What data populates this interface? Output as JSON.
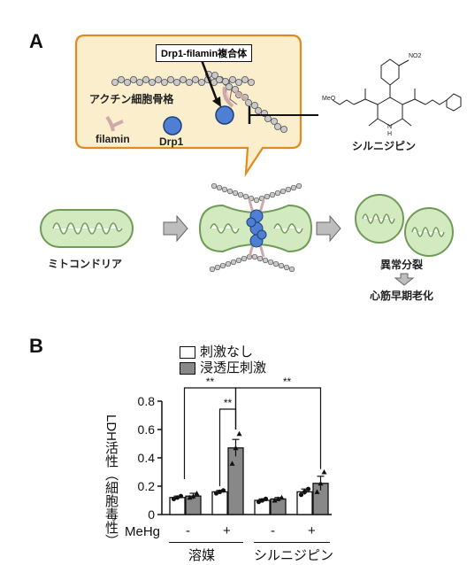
{
  "panel_a": {
    "letter": "A",
    "complex_label": "Drp1-filamin複合体",
    "actin_label": "アクチン細胞骨格",
    "filamin_label": "filamin",
    "drp1_label": "Drp1",
    "drug_label": "シルニジピン",
    "drug_structure_labels": {
      "nitro": "NO2",
      "methoxy": "MeO",
      "nh": "N",
      "h": "H"
    },
    "mito_label": "ミトコンドリア",
    "fission_label": "異常分裂",
    "aging_label": "心筋早期老化"
  },
  "panel_b": {
    "letter": "B",
    "legend": [
      {
        "label": "刺激なし",
        "color": "#ffffff"
      },
      {
        "label": "浸透圧刺激",
        "color": "#888888"
      }
    ],
    "sig": [
      "**",
      "**",
      "**"
    ],
    "meh_label": "MeHg",
    "meh_values": [
      "-",
      "+",
      "-",
      "+"
    ],
    "group_labels": [
      "溶媒",
      "シルニジピン"
    ]
  },
  "chart_data": {
    "type": "bar",
    "ylabel": "LDH活性（細胞毒性）",
    "ylim": [
      0,
      0.8
    ],
    "yticks": [
      0,
      0.2,
      0.4,
      0.6,
      0.8
    ],
    "ytick_labels": [
      "0",
      "0.2",
      "0.4",
      "0.6",
      "0.8"
    ],
    "categories": [
      "溶媒 MeHg -",
      "溶媒 MeHg +",
      "シルニジピン MeHg -",
      "シルニジピン MeHg +"
    ],
    "series": [
      {
        "name": "刺激なし",
        "values": [
          0.12,
          0.16,
          0.1,
          0.16
        ],
        "errors": [
          0.01,
          0.01,
          0.01,
          0.02
        ],
        "points": [
          [
            0.11,
            0.12,
            0.13
          ],
          [
            0.15,
            0.16,
            0.17
          ],
          [
            0.09,
            0.1,
            0.11
          ],
          [
            0.14,
            0.16,
            0.18
          ]
        ]
      },
      {
        "name": "浸透圧刺激",
        "values": [
          0.13,
          0.47,
          0.11,
          0.22
        ],
        "errors": [
          0.02,
          0.06,
          0.01,
          0.05
        ],
        "points": [
          [
            0.12,
            0.13,
            0.15
          ],
          [
            0.36,
            0.47,
            0.57
          ],
          [
            0.1,
            0.11,
            0.12
          ],
          [
            0.16,
            0.22,
            0.3
          ]
        ]
      }
    ]
  }
}
